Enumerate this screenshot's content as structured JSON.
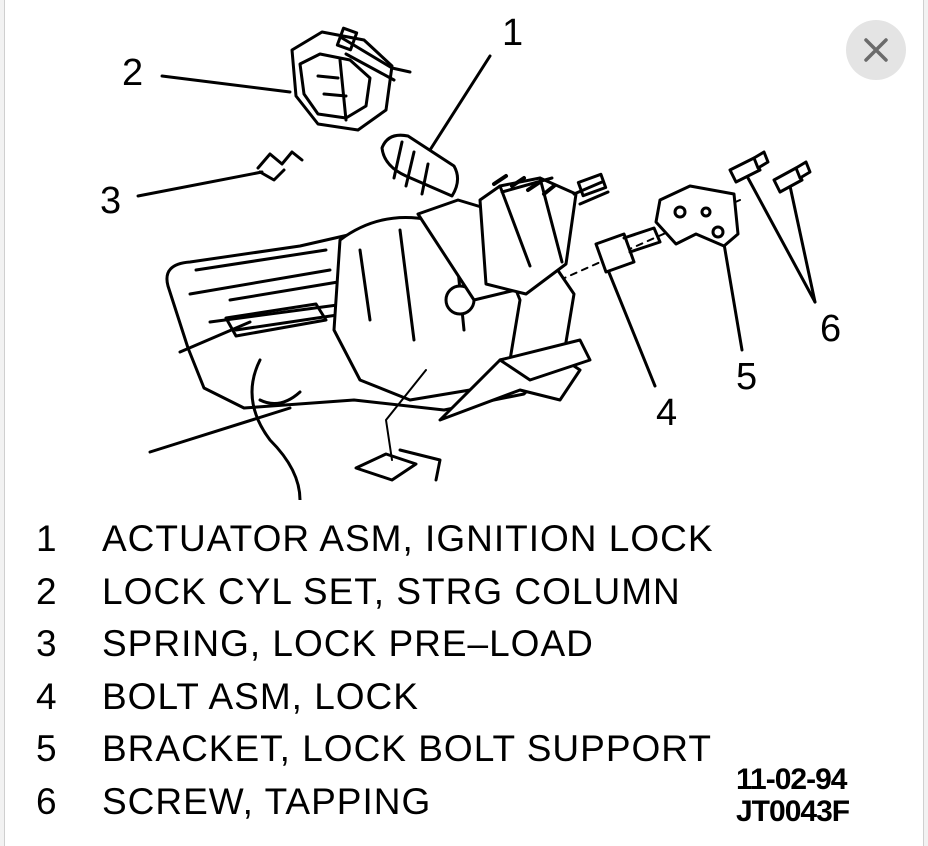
{
  "toolbar": {
    "close_icon": "close-icon"
  },
  "diagram": {
    "callouts": [
      "1",
      "2",
      "3",
      "4",
      "5",
      "6"
    ]
  },
  "legend": [
    {
      "num": "1",
      "text": "ACTUATOR ASM, IGNITION LOCK"
    },
    {
      "num": "2",
      "text": "LOCK CYL SET, STRG COLUMN"
    },
    {
      "num": "3",
      "text": "SPRING, LOCK PRE–LOAD"
    },
    {
      "num": "4",
      "text": "BOLT ASM, LOCK"
    },
    {
      "num": "5",
      "text": "BRACKET, LOCK BOLT SUPPORT"
    },
    {
      "num": "6",
      "text": "SCREW, TAPPING"
    }
  ],
  "figure": {
    "date": "11-02-94",
    "code": "JT0043F"
  }
}
